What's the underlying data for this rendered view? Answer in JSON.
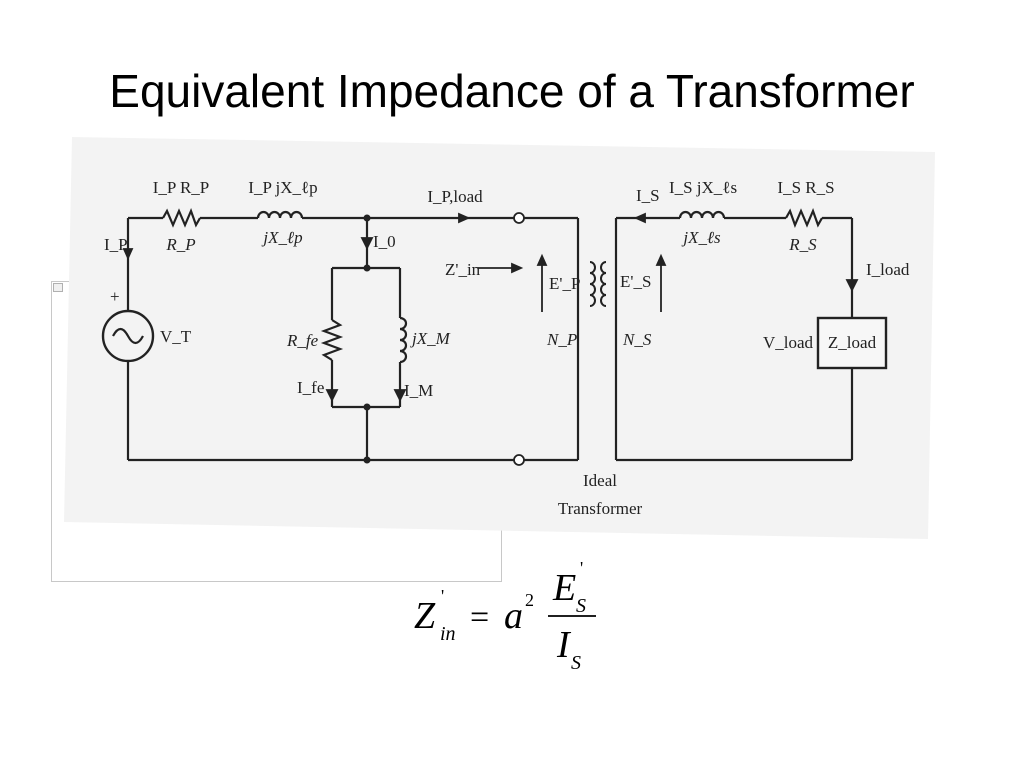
{
  "title": "Equivalent Impedance of a Transformer",
  "colors": {
    "ink": "#222222",
    "scan_background": "#f3f3f3",
    "frame_border": "#c8c8c8"
  },
  "circuit": {
    "primary": {
      "resistor_drop": "I_P R_P",
      "resistor_label": "R_P",
      "reactance_drop": "I_P jX_ℓp",
      "reactance_label": "jX_ℓp",
      "load_current": "I_P,load",
      "current": "I_P",
      "plus_sign": "+",
      "source_voltage": "V_T"
    },
    "shunt": {
      "excitation_current": "I_0",
      "core_resistor": "R_fe",
      "core_current": "I_fe",
      "magnetizing_reactance": "jX_M",
      "magnetizing_current": "I_M"
    },
    "transformer": {
      "input_impedance": "Z'_in",
      "primary_emf": "E'_P",
      "secondary_emf": "E'_S",
      "primary_turns": "N_P",
      "secondary_turns": "N_S",
      "caption_line1": "Ideal",
      "caption_line2": "Transformer"
    },
    "secondary": {
      "current": "I_S",
      "reactance_drop": "I_S jX_ℓs",
      "reactance_label": "jX_ℓs",
      "resistor_drop": "I_S R_S",
      "resistor_label": "R_S",
      "load_current": "I_load",
      "load_voltage": "V_load",
      "load_impedance": "Z_load"
    }
  },
  "formula": {
    "lhs": "Z",
    "lhs_prime": "'",
    "lhs_sub": "in",
    "equals": "=",
    "coef": "a",
    "exponent": "2",
    "num": "E",
    "num_prime": "'",
    "num_sub": "S",
    "den": "I",
    "den_sub": "S"
  }
}
